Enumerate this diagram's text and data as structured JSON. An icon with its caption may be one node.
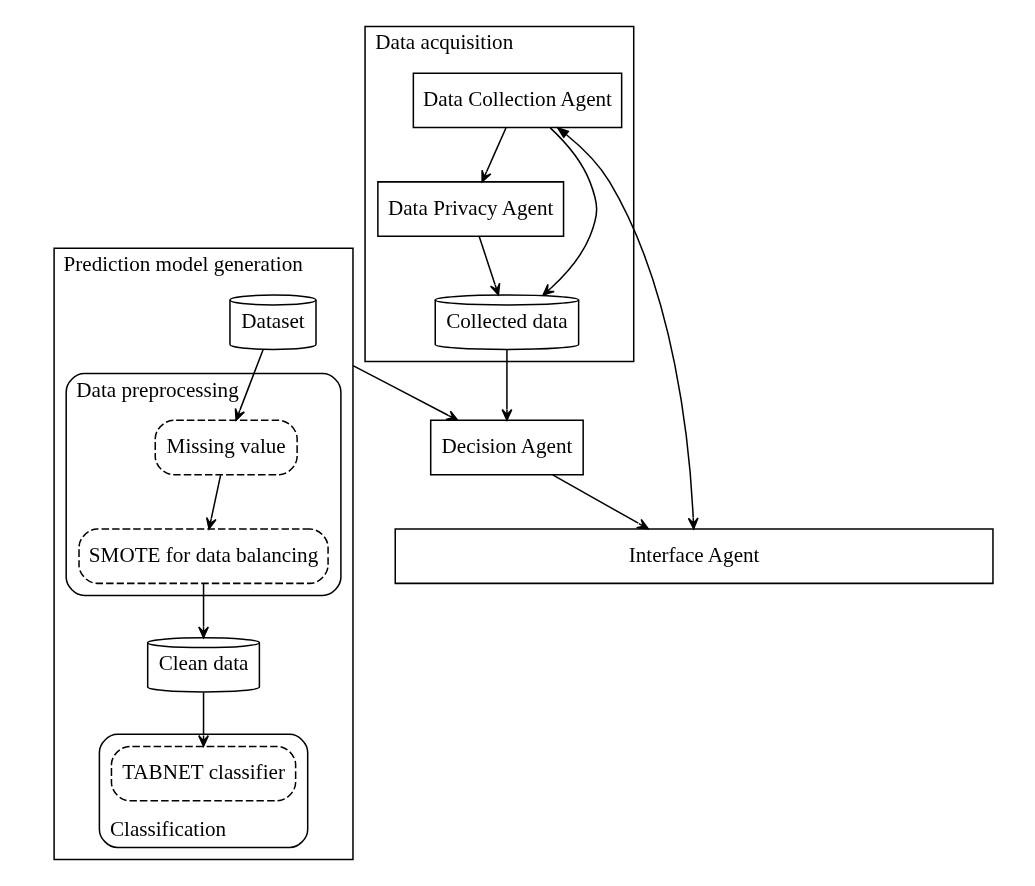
{
  "diagram": {
    "nodes": [
      {
        "text": [
          "Prediction model generation"
        ]
      },
      {
        "text": [
          "Dataset"
        ],
        "in": 0
      },
      {
        "text": [
          "Data preprocessing"
        ],
        "in": 0
      },
      {
        "text": [
          "Missing value"
        ],
        "in": 2
      },
      {
        "text": [
          "SMOTE for data balancing"
        ],
        "in": 2
      },
      {
        "text": [
          "Clean data"
        ],
        "in": 0
      },
      {
        "text": [
          "Classification"
        ],
        "in": 0
      },
      {
        "text": [
          "TABNET classifier"
        ],
        "in": 6
      },
      {
        "text": [
          "Data acquisition"
        ]
      },
      {
        "text": [
          "Data Privacy Agent"
        ],
        "in": 8
      },
      {
        "text": [
          "Data Collection Agent"
        ],
        "in": 8
      },
      {
        "text": [
          "Collected data"
        ],
        "in": 8
      },
      {
        "text": [
          "Decision Agent"
        ]
      },
      {
        "text": [
          "Interface Agent"
        ]
      }
    ],
    "edges": [
      {
        "from": 1,
        "to": 3,
        "arrow": "to"
      },
      {
        "from": 3,
        "to": 4,
        "arrow": "to"
      },
      {
        "from": 4,
        "to": 5,
        "arrow": "to"
      },
      {
        "from": 5,
        "to": 7,
        "arrow": "to"
      },
      {
        "from": 0,
        "to": 12,
        "arrow": "to"
      },
      {
        "from": 10,
        "to": 9,
        "arrow": "to"
      },
      {
        "from": 9,
        "to": 11,
        "arrow": "to"
      },
      {
        "from": 10,
        "to": 11,
        "arrow": "to"
      },
      {
        "from": 11,
        "to": 12,
        "arrow": "to"
      },
      {
        "from": 10,
        "to": 13,
        "arrow": "both"
      },
      {
        "from": 12,
        "to": 13,
        "arrow": "to"
      }
    ]
  }
}
